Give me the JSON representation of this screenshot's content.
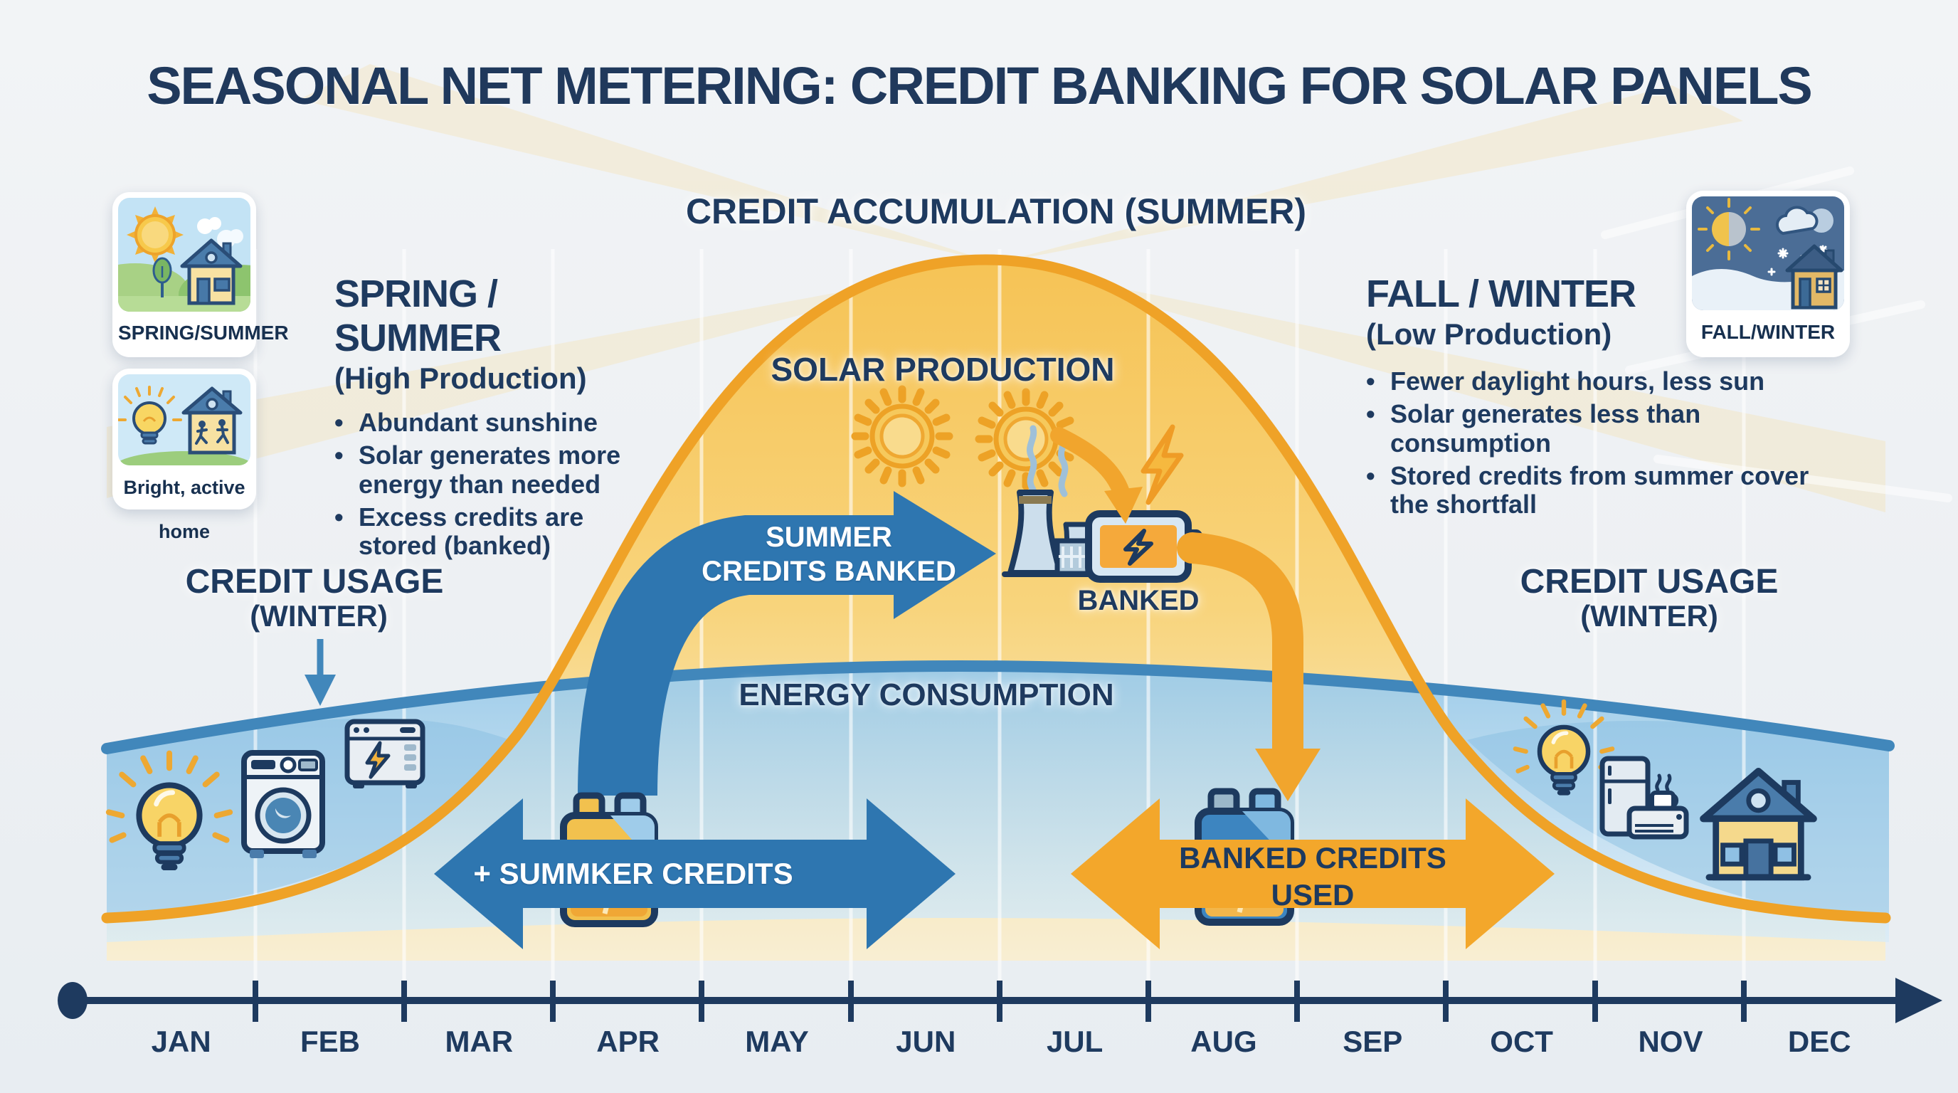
{
  "title": "SEASONAL NET METERING: CREDIT BANKING FOR SOLAR PANELS",
  "colors": {
    "navy_text": "#1e3a5f",
    "production_orange": "#f0a32b",
    "production_fill": "#f7ca5f",
    "consumption_blue": "#4187bb",
    "consumption_fill": "#aed6ee",
    "arrow_blue": "#2e76b0",
    "arrow_orange": "#f3a72b",
    "background": "#eff2f5"
  },
  "labels": {
    "credit_accumulation": "CREDIT ACCUMULATION (SUMMER)",
    "solar_production": "SOLAR PRODUCTION",
    "energy_consumption": "ENERGY CONSUMPTION",
    "credit_usage_left_line1": "CREDIT USAGE",
    "credit_usage_left_line2": "(WINTER)",
    "credit_usage_right_line1": "CREDIT USAGE",
    "credit_usage_right_line2": "(WINTER)",
    "summer_arrow_line1": "SUMMER",
    "summer_arrow_line2": "CREDITS BANKED",
    "banked": "BANKED",
    "plus_summer_credits": "+ SUMMKER CREDITS",
    "banked_used_line1": "BANKED CREDITS",
    "banked_used_line2": "USED"
  },
  "sections": {
    "spring": {
      "heading": "SPRING / SUMMER",
      "subheading": "(High Production)",
      "bullets": [
        [
          "Abundant sunshine"
        ],
        [
          "Solar generates more",
          "energy than needed"
        ],
        [
          "Excess credits are",
          "stored (banked)"
        ]
      ]
    },
    "fall": {
      "heading": "FALL / WINTER",
      "subheading": "(Low Production)",
      "bullets": [
        [
          "Fewer daylight hours, less sun"
        ],
        [
          "Solar generates less than consumption"
        ],
        [
          "Stored credits from summer cover",
          "the shortfall"
        ]
      ]
    }
  },
  "cards": {
    "spring_summer": {
      "label": "SPRING/SUMMER"
    },
    "bright_home": {
      "label": "Bright, active home"
    },
    "fall_winter": {
      "label": "FALL/WINTER"
    }
  },
  "timeline": {
    "months": [
      "JAN",
      "FEB",
      "MAR",
      "APR",
      "MAY",
      "JUN",
      "JUL",
      "AUG",
      "SEP",
      "OCT",
      "NOV",
      "DEC"
    ]
  },
  "icons": [
    "sun-icon",
    "house-icon",
    "tree-icon",
    "cloud-icon",
    "lightbulb-icon",
    "running-people-icon",
    "snow-cloud-icon",
    "half-sun-icon",
    "power-plant-icon",
    "battery-banked-icon",
    "lightning-icon",
    "car-battery-yellow-icon",
    "car-battery-blue-icon",
    "washing-machine-icon",
    "microwave-icon",
    "refrigerator-icon",
    "coffee-cup-icon",
    "air-conditioner-icon",
    "down-arrow-icon",
    "curved-flow-arrow-icon",
    "double-arrow-icon",
    "timeline-axis"
  ]
}
